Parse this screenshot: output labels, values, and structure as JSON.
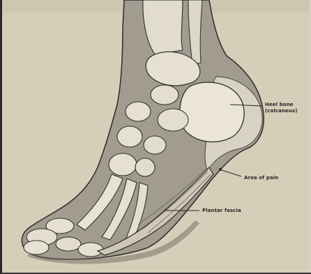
{
  "labels": {
    "heel_bone": "Heel bone",
    "calcaneus": "(calcaneus)",
    "area_of_pain": "Area of pain",
    "plantar_fascia": "Plantar fascia"
  },
  "colors": {
    "paper": "#d9d1bd",
    "ink": "#2a2725",
    "shade": "#8f8a80",
    "bone": "#e6e0d2"
  }
}
